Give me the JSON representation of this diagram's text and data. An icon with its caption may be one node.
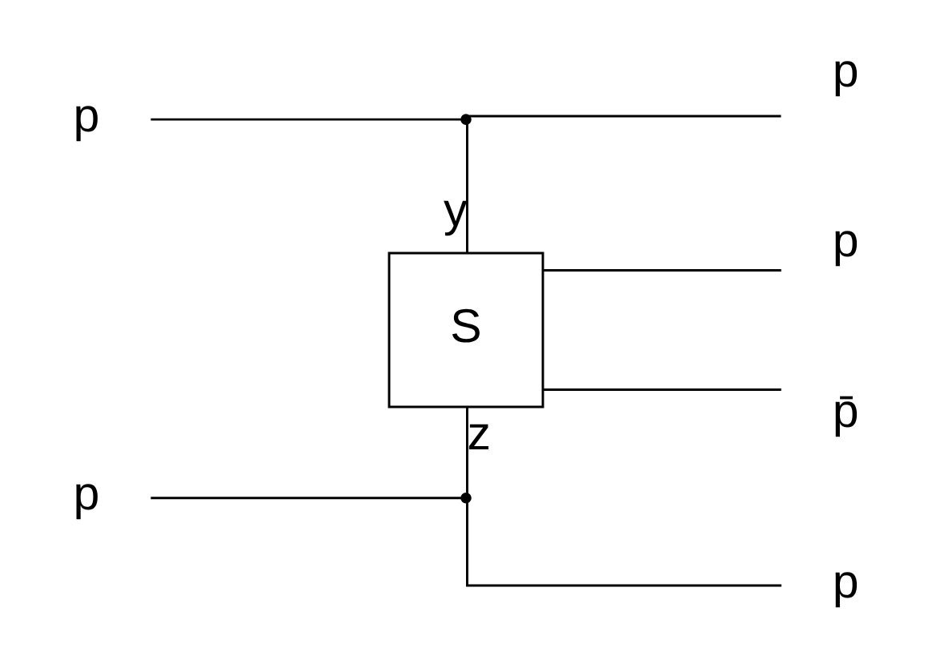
{
  "diagram": {
    "nodes": [
      {
        "text": [
          "p"
        ]
      },
      {
        "text": [],
        "shape": "point"
      },
      {
        "text": [
          "p"
        ]
      },
      {
        "text": [
          "S"
        ]
      },
      {
        "text": [
          "p"
        ]
      },
      {
        "text": [
          "p̄"
        ]
      },
      {
        "text": [
          "p"
        ]
      },
      {
        "text": [],
        "shape": "point"
      },
      {
        "text": [
          "p"
        ]
      }
    ],
    "edges": [
      {
        "from": 0,
        "to": 1,
        "arrow": "none"
      },
      {
        "from": 1,
        "to": 2,
        "arrow": "none"
      },
      {
        "from": 1,
        "to": 3,
        "arrow": "none",
        "label": "y"
      },
      {
        "from": 3,
        "to": 4,
        "arrow": "none"
      },
      {
        "from": 3,
        "to": 5,
        "arrow": "none"
      },
      {
        "from": 3,
        "to": 7,
        "arrow": "none",
        "label": "z"
      },
      {
        "from": 6,
        "to": 7,
        "arrow": "none"
      },
      {
        "from": 7,
        "to": 8,
        "arrow": "none"
      }
    ]
  }
}
